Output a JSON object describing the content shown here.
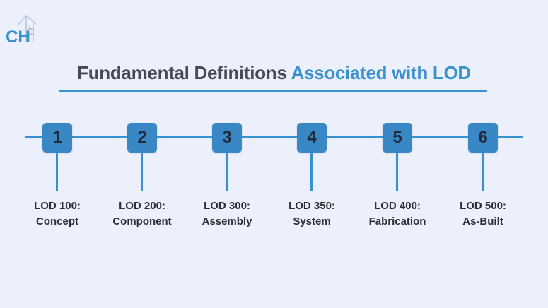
{
  "header": {
    "title_dark": "Fundamental Definitions",
    "title_accent": "Associated with LOD"
  },
  "colors": {
    "accent": "#3a91d0",
    "badge": "#3a87c6",
    "background": "#ecf0fc",
    "title_dark": "#474a52"
  },
  "logo": {
    "icon": "building-logo-icon",
    "text": "CH"
  },
  "steps": [
    {
      "number": "1",
      "code": "LOD 100:",
      "name": "Concept"
    },
    {
      "number": "2",
      "code": "LOD 200:",
      "name": "Component"
    },
    {
      "number": "3",
      "code": "LOD 300:",
      "name": "Assembly"
    },
    {
      "number": "4",
      "code": "LOD 350:",
      "name": "System"
    },
    {
      "number": "5",
      "code": "LOD 400:",
      "name": "Fabrication"
    },
    {
      "number": "6",
      "code": "LOD 500:",
      "name": "As-Built"
    }
  ]
}
